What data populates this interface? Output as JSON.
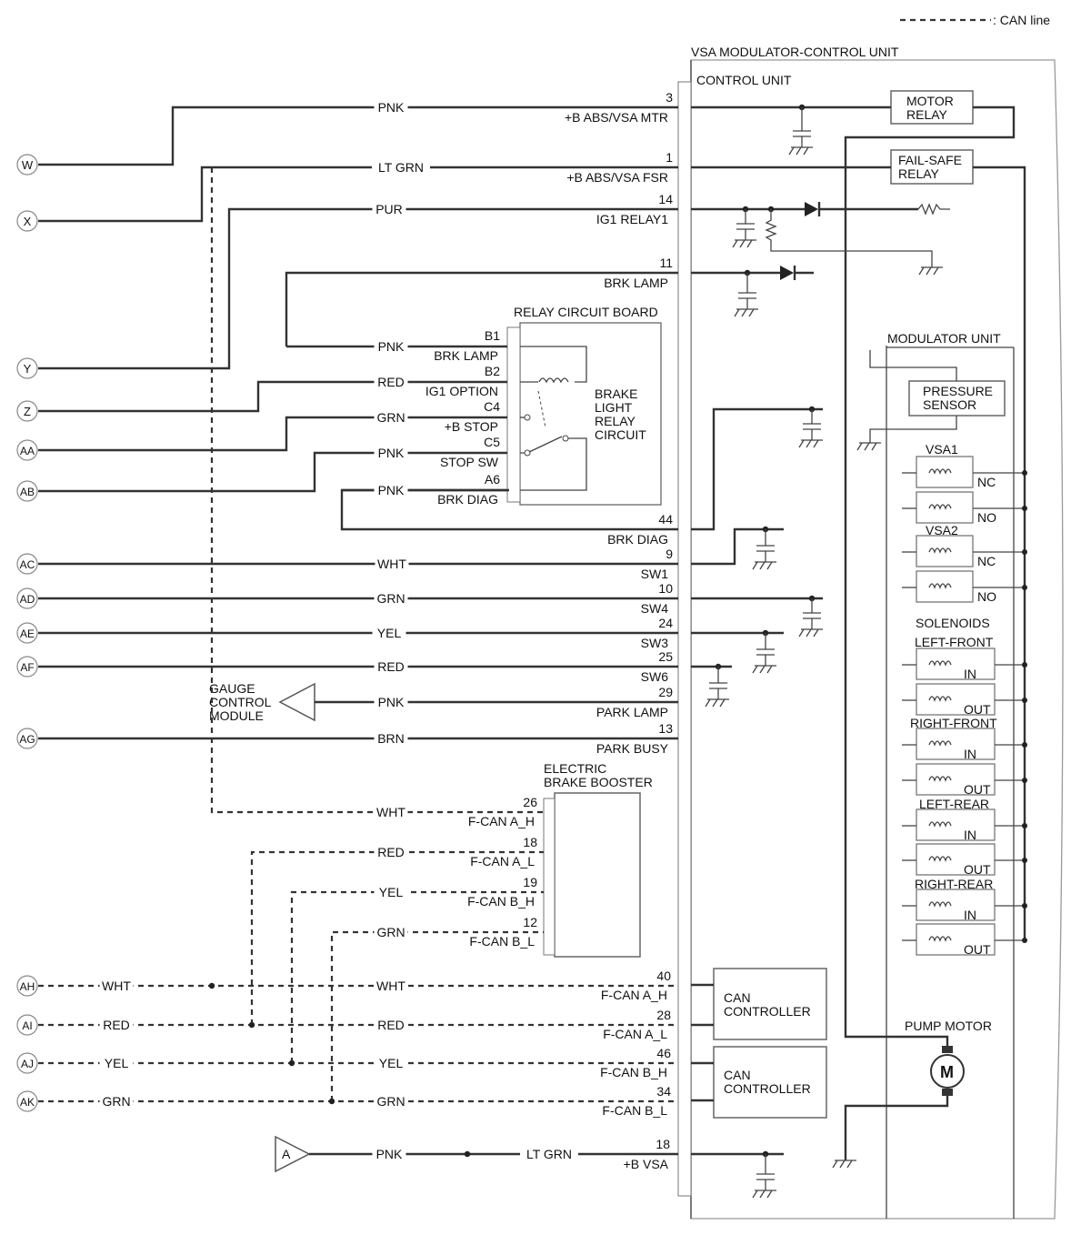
{
  "legend": {
    "can_line": ": CAN line"
  },
  "unit": {
    "title": "VSA MODULATOR-CONTROL UNIT",
    "control_unit": "CONTROL UNIT",
    "modulator_unit": "MODULATOR UNIT"
  },
  "relays": {
    "motor": [
      "MOTOR",
      "RELAY"
    ],
    "failsafe": [
      "FAIL-SAFE",
      "RELAY"
    ]
  },
  "pressure_sensor": [
    "PRESSURE",
    "SENSOR"
  ],
  "vsa_groups": [
    "VSA1",
    "VSA2"
  ],
  "vsa_valves": [
    "NC",
    "NO",
    "NC",
    "NO"
  ],
  "solenoids": {
    "title": "SOLENOIDS",
    "groups": [
      "LEFT-FRONT",
      "RIGHT-FRONT",
      "LEFT-REAR",
      "RIGHT-REAR"
    ],
    "ports": [
      "IN",
      "OUT"
    ]
  },
  "pump_motor": "PUMP MOTOR",
  "motor_symbol": "M",
  "relay_board": {
    "title": "RELAY CIRCUIT BOARD",
    "circuit": [
      "BRAKE",
      "LIGHT",
      "RELAY",
      "CIRCUIT"
    ]
  },
  "electric_brake_booster": [
    "ELECTRIC",
    "BRAKE BOOSTER"
  ],
  "gauge_module": [
    "GAUGE",
    "CONTROL",
    "MODULE"
  ],
  "can_controllers": [
    "CAN",
    "CONTROLLER"
  ],
  "connectors": [
    "W",
    "X",
    "Y",
    "Z",
    "AA",
    "AB",
    "AC",
    "AD",
    "AE",
    "AF",
    "AG",
    "AH",
    "AI",
    "AJ",
    "AK"
  ],
  "connector_a": "A",
  "pins": [
    {
      "wire": "PNK",
      "pin": "3",
      "signal": "+B ABS/VSA MTR"
    },
    {
      "wire": "LT GRN",
      "pin": "1",
      "signal": "+B ABS/VSA FSR"
    },
    {
      "wire": "PUR",
      "pin": "14",
      "signal": "IG1 RELAY1"
    },
    {
      "wire": "",
      "pin": "11",
      "signal": "BRK LAMP"
    },
    {
      "wire": "",
      "pin": "44",
      "signal": "BRK DIAG"
    },
    {
      "wire": "WHT",
      "pin": "9",
      "signal": "SW1"
    },
    {
      "wire": "GRN",
      "pin": "10",
      "signal": "SW4"
    },
    {
      "wire": "YEL",
      "pin": "24",
      "signal": "SW3"
    },
    {
      "wire": "RED",
      "pin": "25",
      "signal": "SW6"
    },
    {
      "wire": "PNK",
      "pin": "29",
      "signal": "PARK LAMP"
    },
    {
      "wire": "BRN",
      "pin": "13",
      "signal": "PARK BUSY"
    }
  ],
  "relay_pins": [
    {
      "wire": "PNK",
      "pin": "B1",
      "signal": "BRK LAMP"
    },
    {
      "wire": "RED",
      "pin": "B2",
      "signal": "IG1 OPTION"
    },
    {
      "wire": "GRN",
      "pin": "C4",
      "signal": "+B STOP"
    },
    {
      "wire": "PNK",
      "pin": "C5",
      "signal": "STOP SW"
    },
    {
      "wire": "PNK",
      "pin": "A6",
      "signal": "BRK DIAG"
    }
  ],
  "booster_pins": [
    {
      "wire": "WHT",
      "pin": "26",
      "signal": "F-CAN A_H"
    },
    {
      "wire": "RED",
      "pin": "18",
      "signal": "F-CAN A_L"
    },
    {
      "wire": "YEL",
      "pin": "19",
      "signal": "F-CAN B_H"
    },
    {
      "wire": "GRN",
      "pin": "12",
      "signal": "F-CAN B_L"
    }
  ],
  "can_pins": [
    {
      "wire_left": "WHT",
      "wire": "WHT",
      "pin": "40",
      "signal": "F-CAN A_H"
    },
    {
      "wire_left": "RED",
      "wire": "RED",
      "pin": "28",
      "signal": "F-CAN A_L"
    },
    {
      "wire_left": "YEL",
      "wire": "YEL",
      "pin": "46",
      "signal": "F-CAN B_H"
    },
    {
      "wire_left": "GRN",
      "wire": "GRN",
      "pin": "34",
      "signal": "F-CAN B_L"
    }
  ],
  "power": {
    "wire_left": "PNK",
    "wire_right": "LT GRN",
    "pin": "18",
    "signal": "+B VSA"
  }
}
